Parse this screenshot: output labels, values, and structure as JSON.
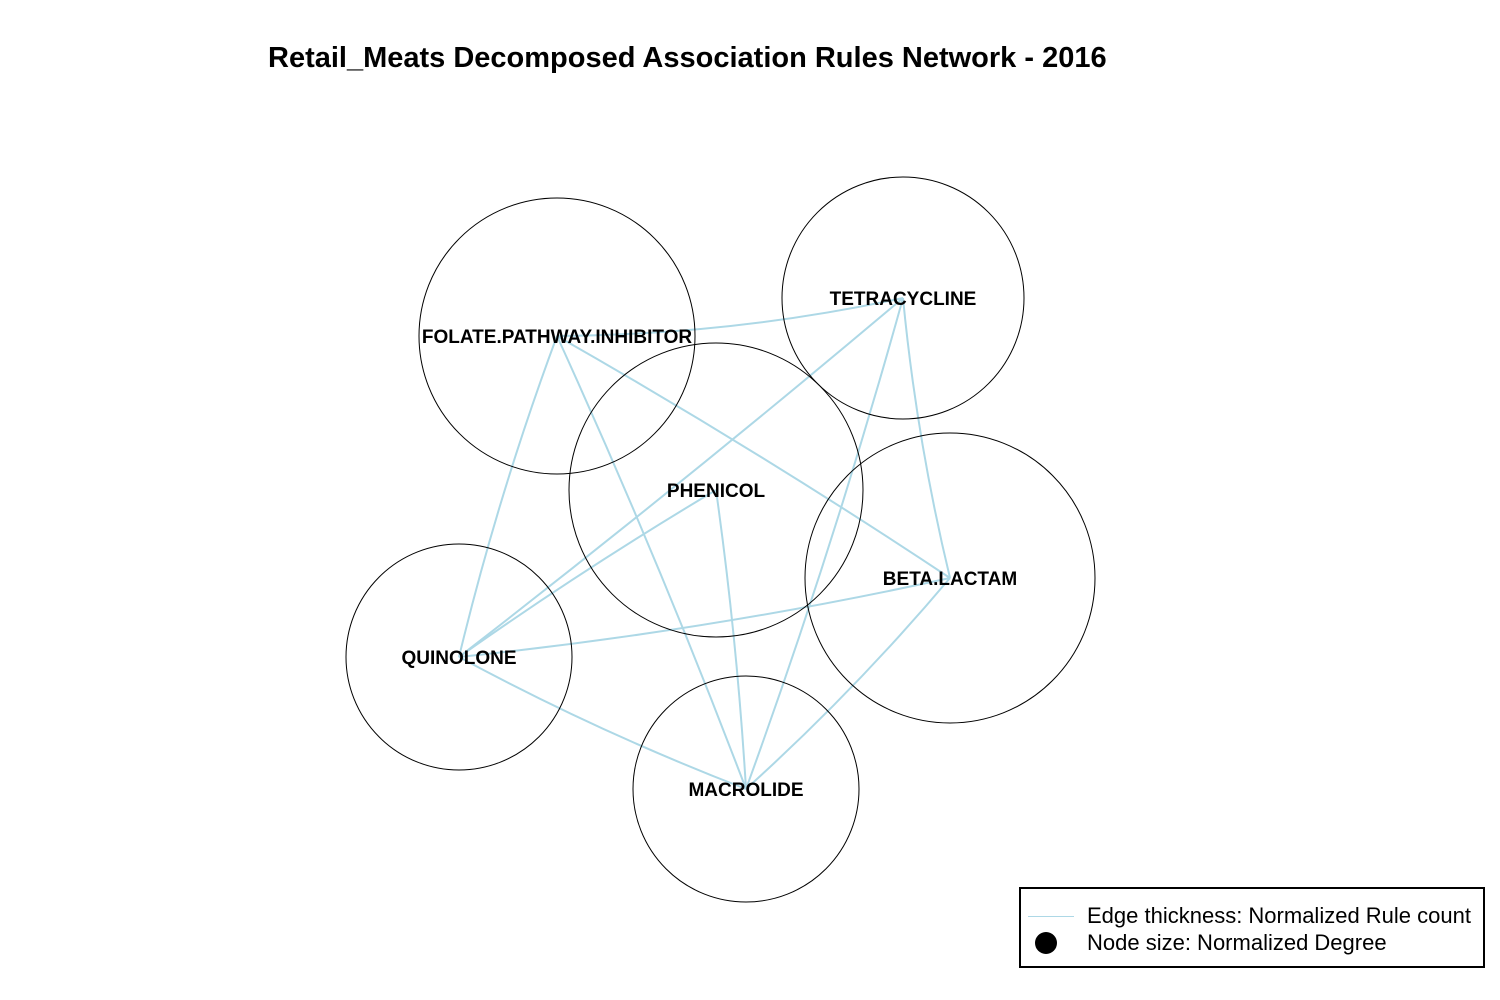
{
  "title": "Retail_Meats Decomposed Association Rules Network - 2016",
  "colors": {
    "edge": "#add8e6",
    "node_stroke": "#000000",
    "node_fill": "none",
    "label": "#000000"
  },
  "nodes": [
    {
      "id": "folate",
      "label": "FOLATE.PATHWAY.INHIBITOR"
    },
    {
      "id": "tetracycline",
      "label": "TETRACYCLINE"
    },
    {
      "id": "phenicol",
      "label": "PHENICOL"
    },
    {
      "id": "beta",
      "label": "BETA.LACTAM"
    },
    {
      "id": "quinolone",
      "label": "QUINOLONE"
    },
    {
      "id": "macrolide",
      "label": "MACROLIDE"
    }
  ],
  "edges": [
    {
      "source": "folate",
      "target": "tetracycline"
    },
    {
      "source": "folate",
      "target": "quinolone"
    },
    {
      "source": "folate",
      "target": "beta"
    },
    {
      "source": "folate",
      "target": "macrolide"
    },
    {
      "source": "tetracycline",
      "target": "quinolone"
    },
    {
      "source": "tetracycline",
      "target": "beta"
    },
    {
      "source": "tetracycline",
      "target": "macrolide"
    },
    {
      "source": "phenicol",
      "target": "quinolone"
    },
    {
      "source": "phenicol",
      "target": "macrolide"
    },
    {
      "source": "quinolone",
      "target": "beta"
    },
    {
      "source": "quinolone",
      "target": "macrolide"
    },
    {
      "source": "beta",
      "target": "macrolide"
    }
  ],
  "legend": {
    "edge_label": "Edge thickness: Normalized Rule count",
    "node_label": "Node size: Normalized Degree"
  }
}
